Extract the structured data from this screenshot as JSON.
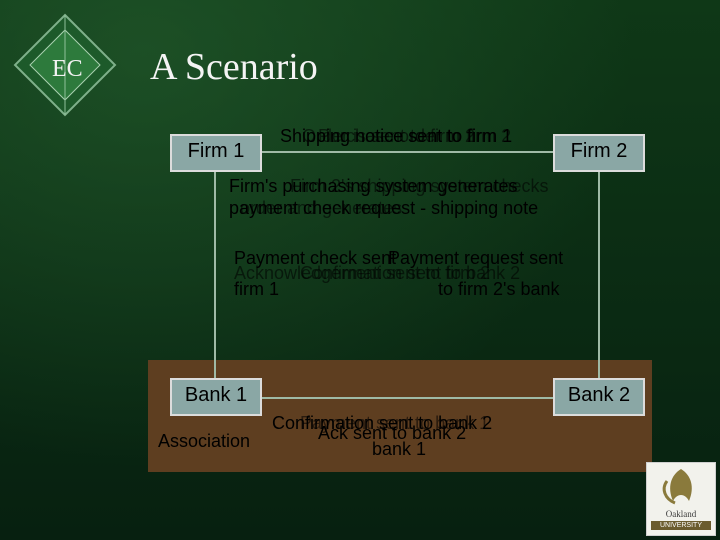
{
  "badge": {
    "text": "EC"
  },
  "title": "A Scenario",
  "nodes": {
    "firm1": "Firm 1",
    "firm2": "Firm 2",
    "bank1": "Bank 1",
    "bank2": "Bank 2"
  },
  "association_label": "Association",
  "top_messages": {
    "visible": "Shipping notice sent to firm 1",
    "layers": [
      "Order is sent to firm 2",
      "Purchase order to firm 2"
    ]
  },
  "middle_messages": {
    "line1": "Firm's purchasing system generates",
    "line2": "payment check request - shipping note",
    "layers": [
      "Firm 2's shipping system checks",
      "order and generates"
    ]
  },
  "lower_messages": {
    "line1": "Payment check sent",
    "line2": "Payment request sent",
    "line3": "firm 1",
    "line4": "to firm 2's bank",
    "layers": [
      "Acknowledgement sent to firm 2",
      "Confirmation sent to bank 2"
    ]
  },
  "bank_messages": {
    "line1": "Confirmation sent to bank 2",
    "line2": "Ack sent to bank 2",
    "line3": "bank 1",
    "layers": [
      "Payment sent to bank 1"
    ]
  },
  "logo": {
    "name": "Oakland",
    "subtitle": "UNIVERSITY"
  }
}
